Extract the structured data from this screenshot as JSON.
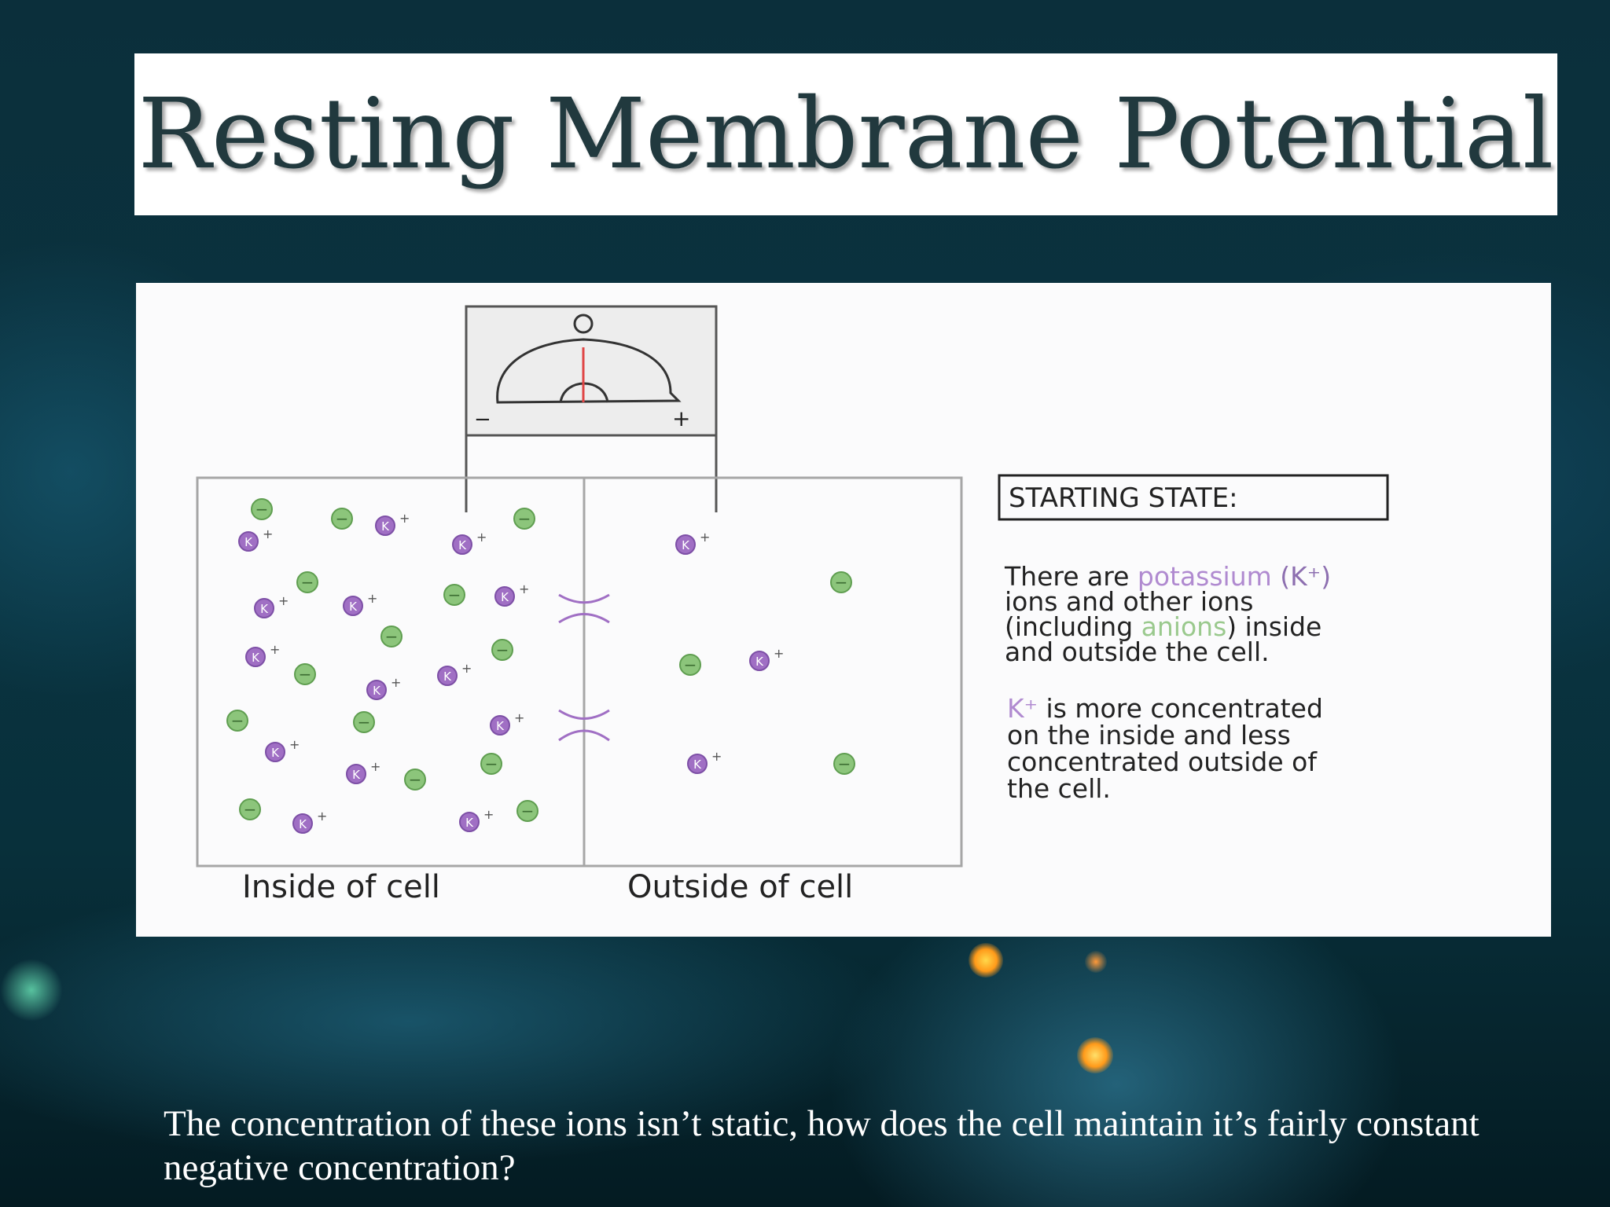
{
  "slide": {
    "title": "Resting Membrane Potential",
    "caption": "The concentration of these ions isn’t static, how does the cell maintain it’s fairly constant negative concentration?"
  },
  "diagram": {
    "meter": {
      "top_label": "O",
      "minus_label": "−",
      "plus_label": "+"
    },
    "region_labels": {
      "inside": "Inside of cell",
      "outside": "Outside of cell"
    },
    "state_box_label": "STARTING STATE:",
    "notes": {
      "p1_l1_a": "There are ",
      "p1_l1_b": "potassium",
      "p1_l1_c": " (K⁺)",
      "p1_l2": "ions and other ions",
      "p1_l3_a": "(including ",
      "p1_l3_b": "anions",
      "p1_l3_c": ") inside",
      "p1_l4": "and outside the cell.",
      "p2_l1_a": "K⁺",
      "p2_l1_b": " is more concentrated",
      "p2_l2": "on the inside and less",
      "p2_l3": "concentrated outside of",
      "p2_l4": "the cell."
    },
    "ion_symbols": {
      "potassium": "K",
      "potassium_charge": "+",
      "anion": "−"
    },
    "colors": {
      "potassium": "#a06fc4",
      "anion": "#8cc57b",
      "needle": "#e04545",
      "outline": "#9a9a9a"
    }
  }
}
